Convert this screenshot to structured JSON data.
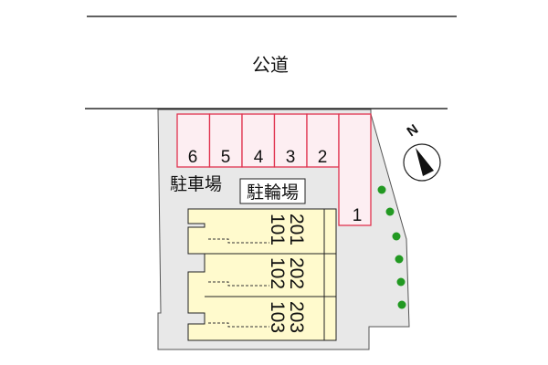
{
  "road": {
    "label": "公道"
  },
  "parking": {
    "label": "駐車場",
    "slots": [
      "6",
      "5",
      "4",
      "3",
      "2"
    ],
    "corner_slot": "1"
  },
  "bicycle_parking": {
    "label": "駐輪場"
  },
  "building": {
    "rows": [
      {
        "upper": "201",
        "lower": "101"
      },
      {
        "upper": "202",
        "lower": "102"
      },
      {
        "upper": "203",
        "lower": "103"
      }
    ]
  },
  "compass": {
    "north_label": "N"
  },
  "trees": {
    "count": 6
  },
  "colors": {
    "lot": "#e8e8e8",
    "parking_fill": "#fdeef2",
    "parking_stroke": "#e0334f",
    "building": "#fffacd",
    "tree": "#229922"
  }
}
